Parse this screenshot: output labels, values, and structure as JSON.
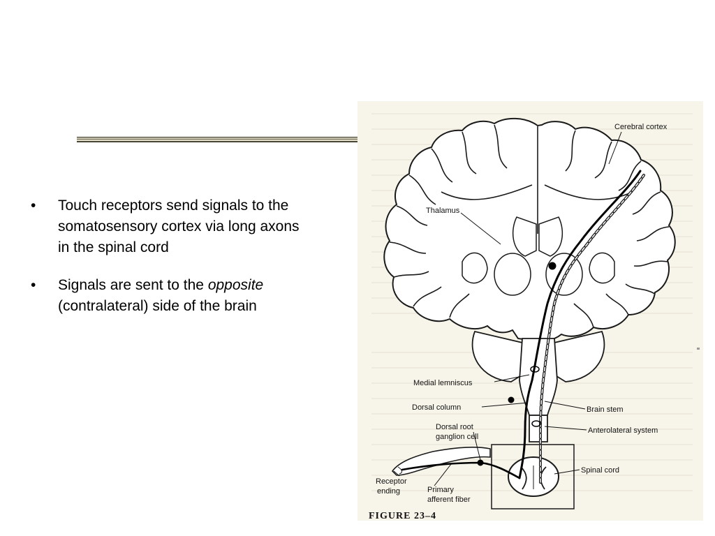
{
  "slide": {
    "bullets": [
      {
        "text": "Touch receptors send signals to the somatosensory cortex via long axons in the spinal cord"
      },
      {
        "prefix": "Signals are sent to the",
        "emphasis": "opposite",
        "suffix": "(contralateral) side of the brain"
      }
    ],
    "bullet_glyph": "•"
  },
  "figure": {
    "caption": "FIGURE  23–4",
    "labels": {
      "cerebral_cortex": "Cerebral cortex",
      "thalamus": "Thalamus",
      "medial_lemniscus": "Medial lemniscus",
      "dorsal_column": "Dorsal column",
      "dorsal_root_1": "Dorsal root",
      "dorsal_root_2": "ganglion cell",
      "brain_stem": "Brain stem",
      "anterolateral_system": "Anterolateral system",
      "spinal_cord": "Spinal cord",
      "receptor_1": "Receptor",
      "receptor_2": "ending",
      "primary_1": "Primary",
      "primary_2": "afferent fiber"
    }
  }
}
